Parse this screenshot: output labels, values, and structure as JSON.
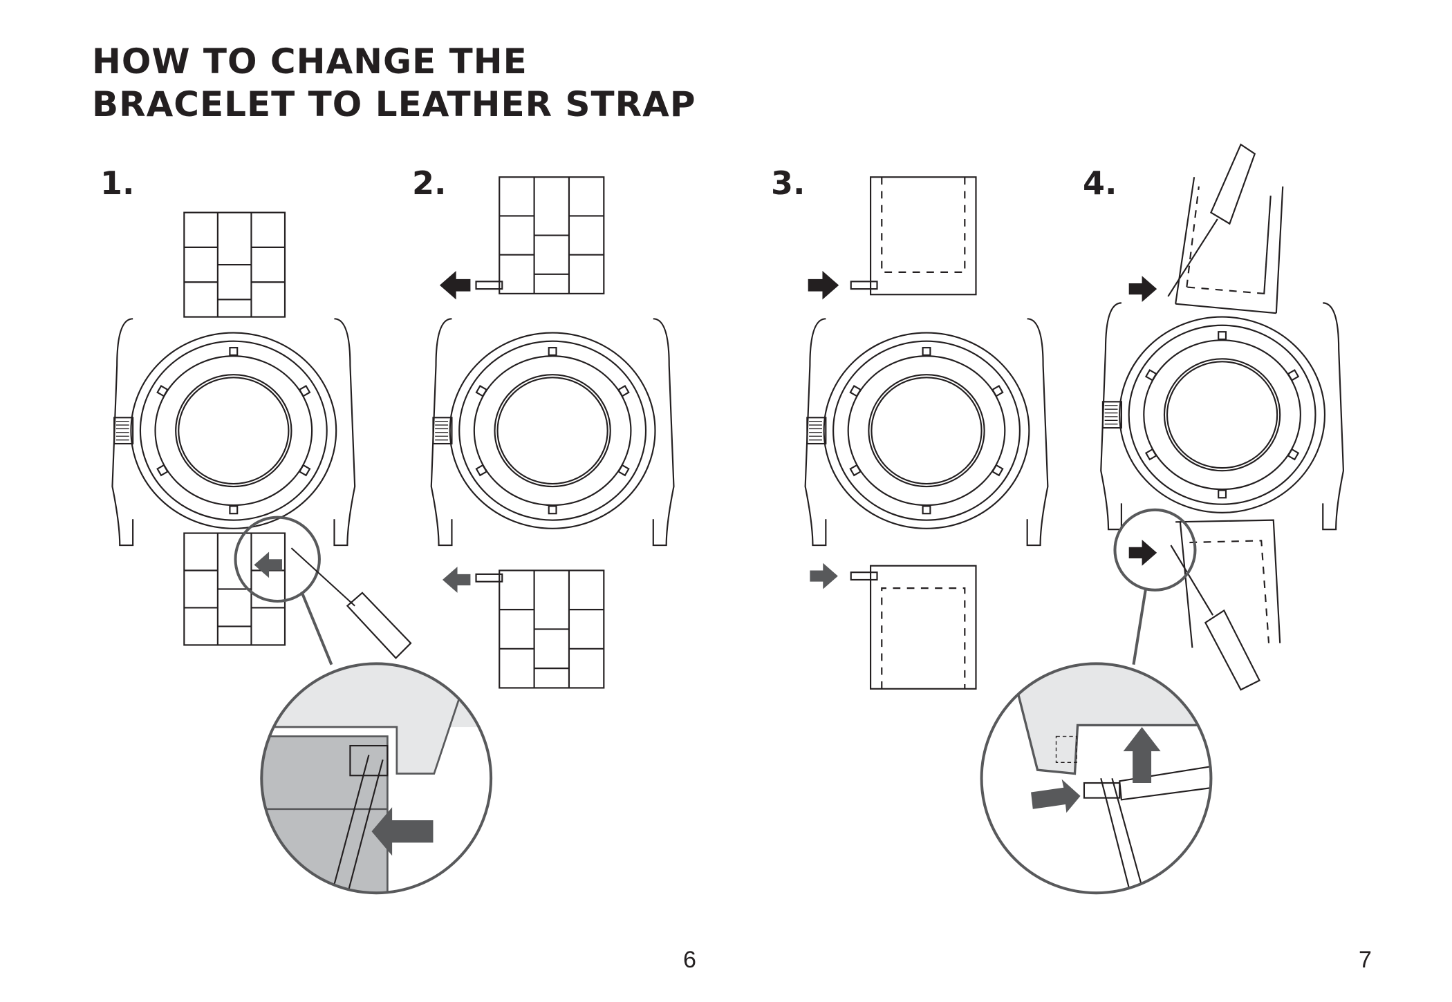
{
  "title": {
    "line1": "HOW TO CHANGE THE",
    "line2": "BRACELET TO LEATHER STRAP"
  },
  "steps": [
    {
      "number": "1."
    },
    {
      "number": "2."
    },
    {
      "number": "3."
    },
    {
      "number": "4."
    }
  ],
  "pages": {
    "left": "6",
    "right": "7"
  },
  "colors": {
    "ink": "#231f20",
    "arrow_dark": "#231f20",
    "arrow_grey": "#58595b",
    "magnifier": "#58595b",
    "shade_light": "#e6e7e8",
    "shade_mid": "#bcbec0"
  }
}
